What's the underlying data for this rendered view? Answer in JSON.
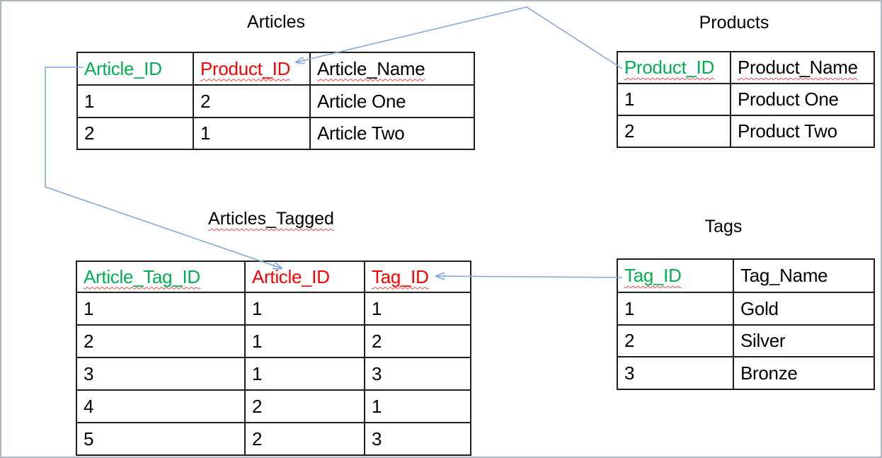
{
  "canvas": {
    "background": "#FFFFFF",
    "frame_color": "#AEB6BF"
  },
  "colors": {
    "primary_key_text": "#00B050",
    "foreign_key_text": "#FF0000",
    "normal_text": "#000000",
    "table_border": "#1F1F1F",
    "connector_line": "#82A9DA",
    "arrowhead": "#5E8FCB",
    "spellcheck_underline": "#F04343"
  },
  "tables": {
    "articles": {
      "title": "Articles",
      "headers": [
        {
          "label": "Article_ID",
          "role": "primary-key",
          "squiggle": false
        },
        {
          "label": "Product_ID",
          "role": "foreign-key",
          "squiggle": true
        },
        {
          "label": "Article_Name",
          "role": "attribute",
          "squiggle": true
        }
      ],
      "rows": [
        [
          "1",
          "2",
          "Article One"
        ],
        [
          "2",
          "1",
          "Article Two"
        ]
      ]
    },
    "products": {
      "title": "Products",
      "headers": [
        {
          "label": "Product_ID",
          "role": "primary-key",
          "squiggle": true
        },
        {
          "label": "Product_Name",
          "role": "attribute",
          "squiggle": true
        }
      ],
      "rows": [
        [
          "1",
          "Product One"
        ],
        [
          "2",
          "Product Two"
        ]
      ]
    },
    "articles_tagged": {
      "title": "Articles_Tagged",
      "title_squiggle": true,
      "headers": [
        {
          "label": "Article_Tag_ID",
          "role": "primary-key",
          "squiggle": true
        },
        {
          "label": "Article_ID",
          "role": "foreign-key",
          "squiggle": false
        },
        {
          "label": "Tag_ID",
          "role": "foreign-key",
          "squiggle": true
        }
      ],
      "rows": [
        [
          "1",
          "1",
          "1"
        ],
        [
          "2",
          "1",
          "2"
        ],
        [
          "3",
          "1",
          "3"
        ],
        [
          "4",
          "2",
          "1"
        ],
        [
          "5",
          "2",
          "3"
        ]
      ]
    },
    "tags": {
      "title": "Tags",
      "headers": [
        {
          "label": "Tag_ID",
          "role": "primary-key",
          "squiggle": true
        },
        {
          "label": "Tag_Name",
          "role": "attribute",
          "squiggle": false
        }
      ],
      "rows": [
        [
          "1",
          "Gold"
        ],
        [
          "2",
          "Silver"
        ],
        [
          "3",
          "Bronze"
        ]
      ]
    }
  },
  "connectors": [
    {
      "from": "products.Product_ID",
      "to": "articles.Product_ID"
    },
    {
      "from": "articles.Article_ID",
      "to": "articles_tagged.Article_ID"
    },
    {
      "from": "tags.Tag_ID",
      "to": "articles_tagged.Tag_ID"
    }
  ]
}
